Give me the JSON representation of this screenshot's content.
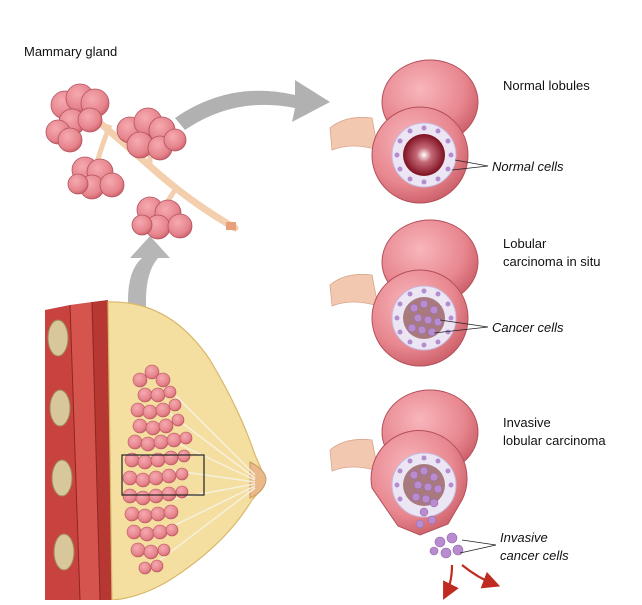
{
  "labels": {
    "mammary_gland": "Mammary gland",
    "normal_lobules": "Normal lobules",
    "normal_cells": "Normal cells",
    "lcis_line1": "Lobular",
    "lcis_line2": "carcinoma in situ",
    "cancer_cells": "Cancer cells",
    "ilc_line1": "Invasive",
    "ilc_line2": "lobular carcinoma",
    "invasive_cells_line1": "Invasive",
    "invasive_cells_line2": "cancer cells"
  },
  "colors": {
    "lobule": "#e6848c",
    "lobule_dark": "#c85c67",
    "duct": "#f6d3b4",
    "breast_fat": "#f4dea0",
    "muscle": "#c8433f",
    "arrow": "#a7a7a7",
    "lumen": "#8a1424",
    "cell_ring": "#e8e1f2",
    "cancer_cell": "#b98ccf",
    "invasion_arrow": "#c02b21"
  }
}
